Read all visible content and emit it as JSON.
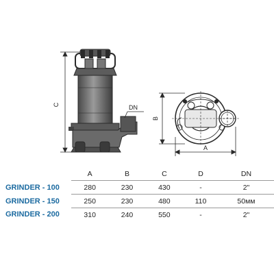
{
  "diagram": {
    "label_C": "C",
    "label_DN": "DN",
    "label_B": "B",
    "label_A": "A"
  },
  "table": {
    "columns": [
      "A",
      "B",
      "C",
      "D",
      "DN"
    ],
    "rows": [
      {
        "model": "GRINDER - 100",
        "cells": [
          "280",
          "230",
          "430",
          "-",
          "2\""
        ]
      },
      {
        "model": "GRINDER - 150",
        "cells": [
          "250",
          "230",
          "480",
          "110",
          "50мм"
        ]
      },
      {
        "model": "GRINDER - 200",
        "cells": [
          "310",
          "240",
          "550",
          "-",
          "2\""
        ]
      }
    ]
  },
  "colors": {
    "line": "#2a2a2a",
    "pump_body": "#6e6e6e",
    "model_text": "#1b6aa0"
  }
}
